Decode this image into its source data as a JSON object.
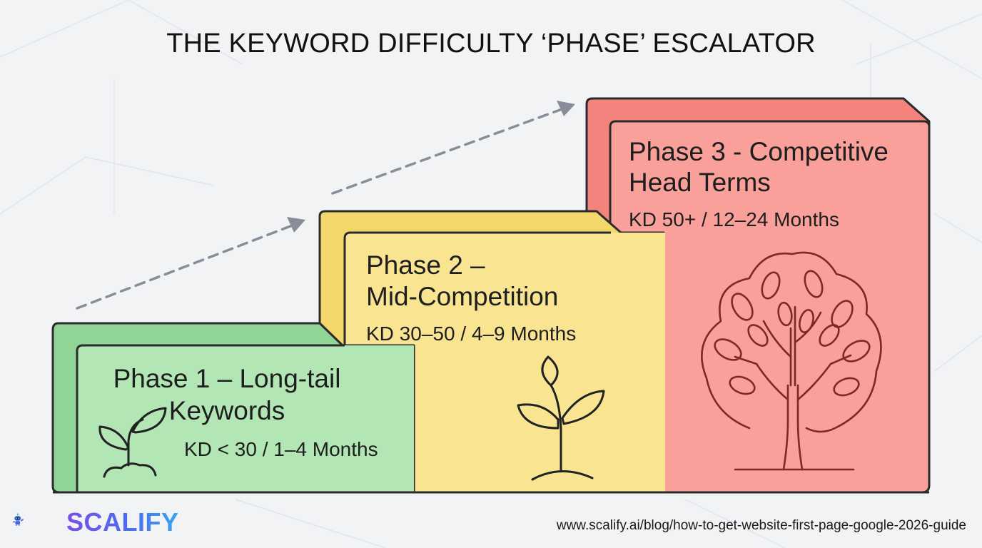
{
  "title": "THE KEYWORD DIFFICULTY ‘PHASE’ ESCALATOR",
  "phases": [
    {
      "title_lines": [
        "Phase 1 – Long-tail",
        "Keywords"
      ],
      "kd": "KD < 30 / 1–4 Months",
      "color": "#b2e6b5",
      "edge_color": "#90d596",
      "icon": "sprout-icon"
    },
    {
      "title_lines": [
        "Phase 2 –",
        "Mid-Competition"
      ],
      "kd": "KD 30–50 / 4–9 Months",
      "color": "#f8e491",
      "edge_color": "#f3d76a",
      "icon": "sapling-icon"
    },
    {
      "title_lines": [
        "Phase 3 - Competitive",
        "Head Terms"
      ],
      "kd": "KD 50+ / 12–24 Months",
      "color": "#f9a09a",
      "edge_color": "#f3837c",
      "icon": "tree-icon"
    }
  ],
  "arrow_color": "#8a8d99",
  "brand": {
    "name": "SCALIFY",
    "logo_icon": "robot-mascot-icon"
  },
  "url": "www.scalify.ai/blog/how-to-get-website-first-page-google-2026-guide"
}
